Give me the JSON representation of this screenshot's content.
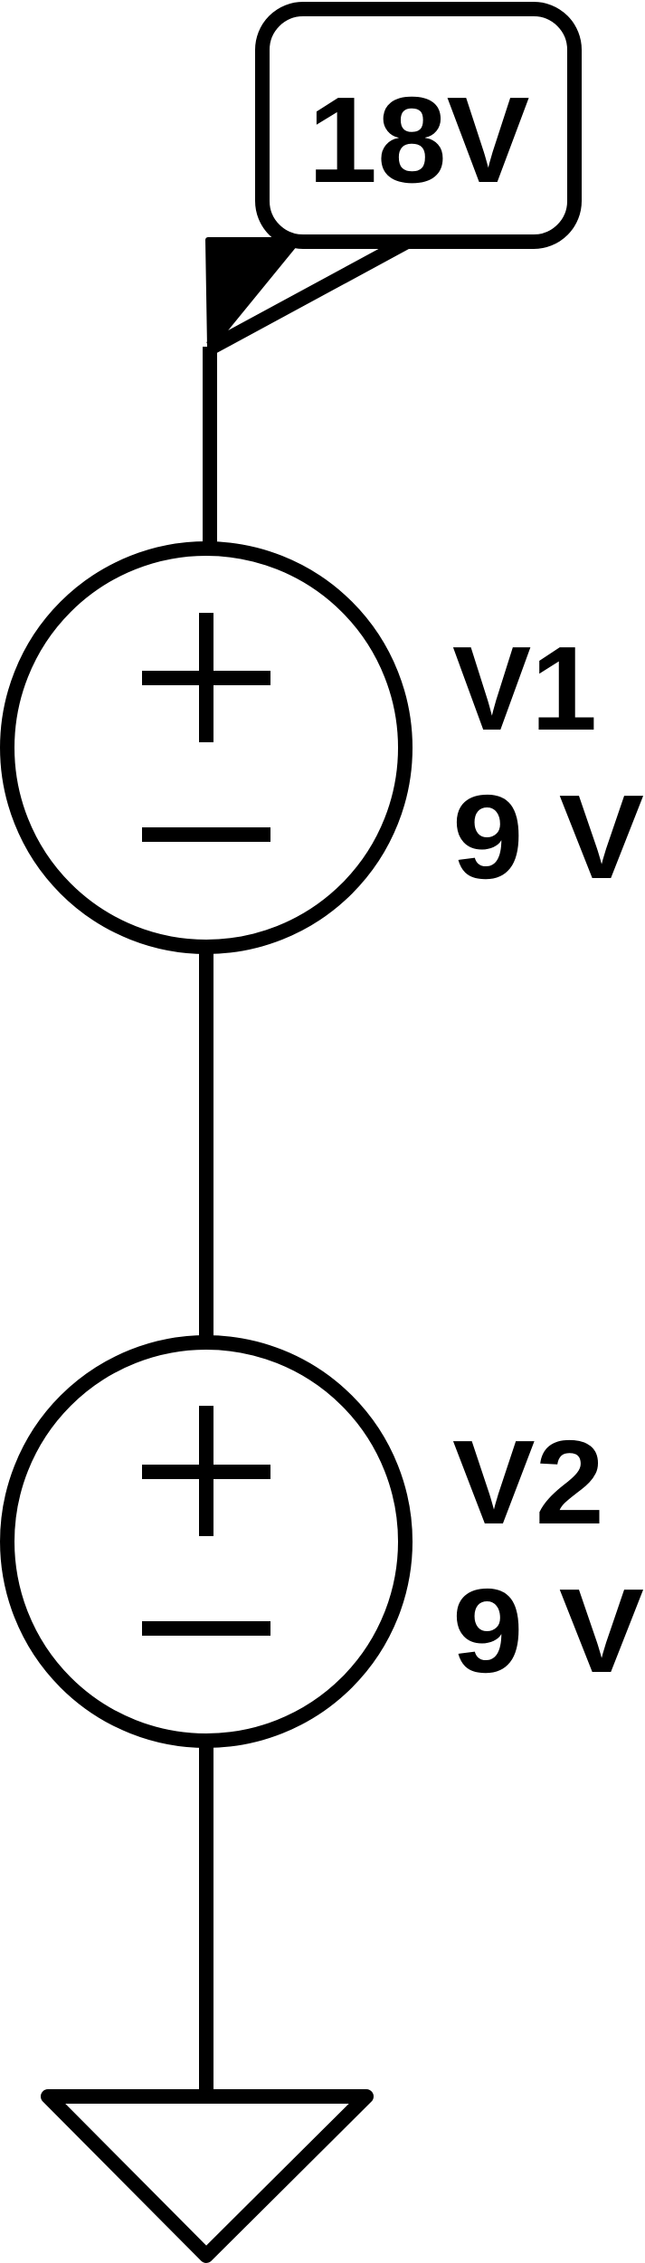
{
  "net_label": {
    "text": "18V"
  },
  "sources": [
    {
      "name": "V1",
      "value": "9 V"
    },
    {
      "name": "V2",
      "value": "9 V"
    }
  ],
  "colors": {
    "ink": "#000000",
    "background": "#ffffff"
  },
  "symbols": {
    "net_label_flag": "net-label-flag-icon",
    "voltage_source": "dc-voltage-source-icon",
    "ground": "ground-icon"
  }
}
